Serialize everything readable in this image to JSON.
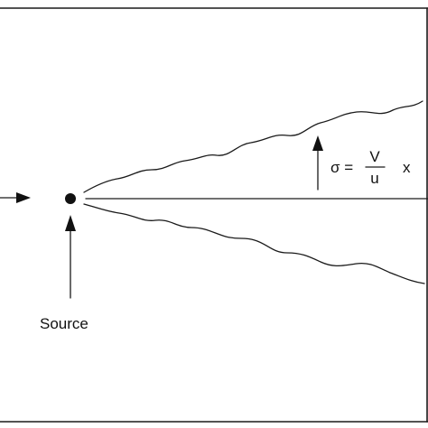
{
  "labels": {
    "source": "Source",
    "sigma": "σ =",
    "numerator": "V",
    "denominator": "u",
    "variable": "x"
  },
  "colors": {
    "ink": "#1a1a1a",
    "background": "#ffffff"
  }
}
